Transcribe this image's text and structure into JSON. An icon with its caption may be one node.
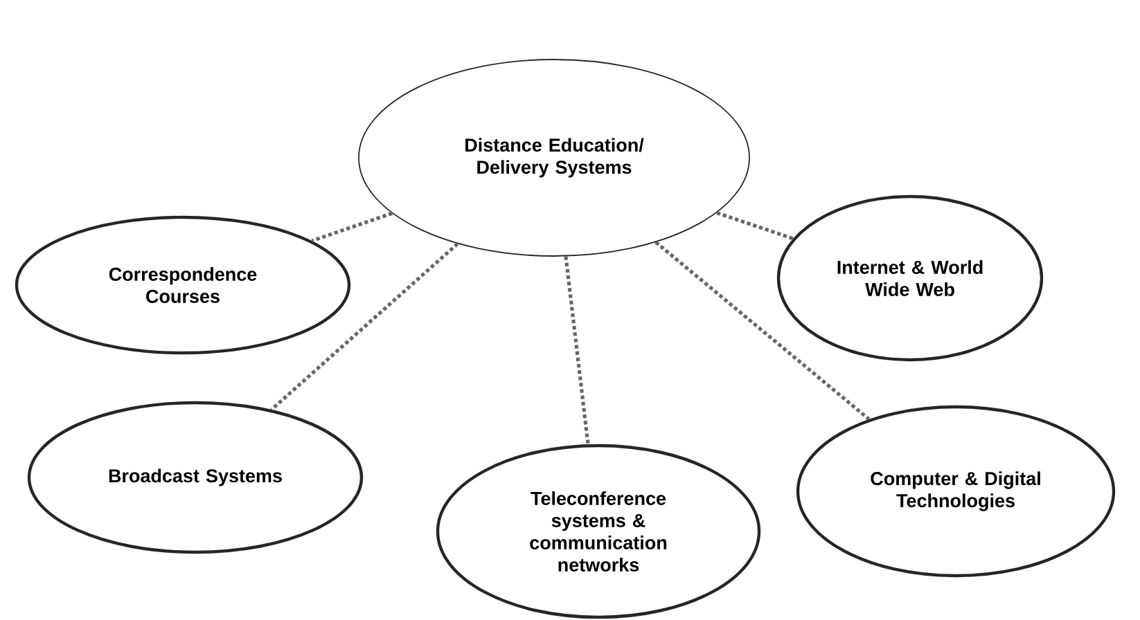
{
  "diagram": {
    "nodes": [
      {
        "text": [
          "Distance Education/ Delivery Systems"
        ]
      },
      {
        "text": [
          "Correspondence Courses"
        ]
      },
      {
        "text": [
          "Internet & World Wide Web"
        ]
      },
      {
        "text": [
          "Broadcast Systems"
        ]
      },
      {
        "text": [
          "Teleconference systems & communication networks"
        ]
      },
      {
        "text": [
          "Computer & Digital Technologies"
        ]
      }
    ],
    "edges": [
      {
        "from": 0,
        "to": 1,
        "arrow": "none"
      },
      {
        "from": 0,
        "to": 2,
        "arrow": "none"
      },
      {
        "from": 0,
        "to": 3,
        "arrow": "none"
      },
      {
        "from": 0,
        "to": 4,
        "arrow": "none"
      },
      {
        "from": 0,
        "to": 5,
        "arrow": "none"
      }
    ]
  }
}
